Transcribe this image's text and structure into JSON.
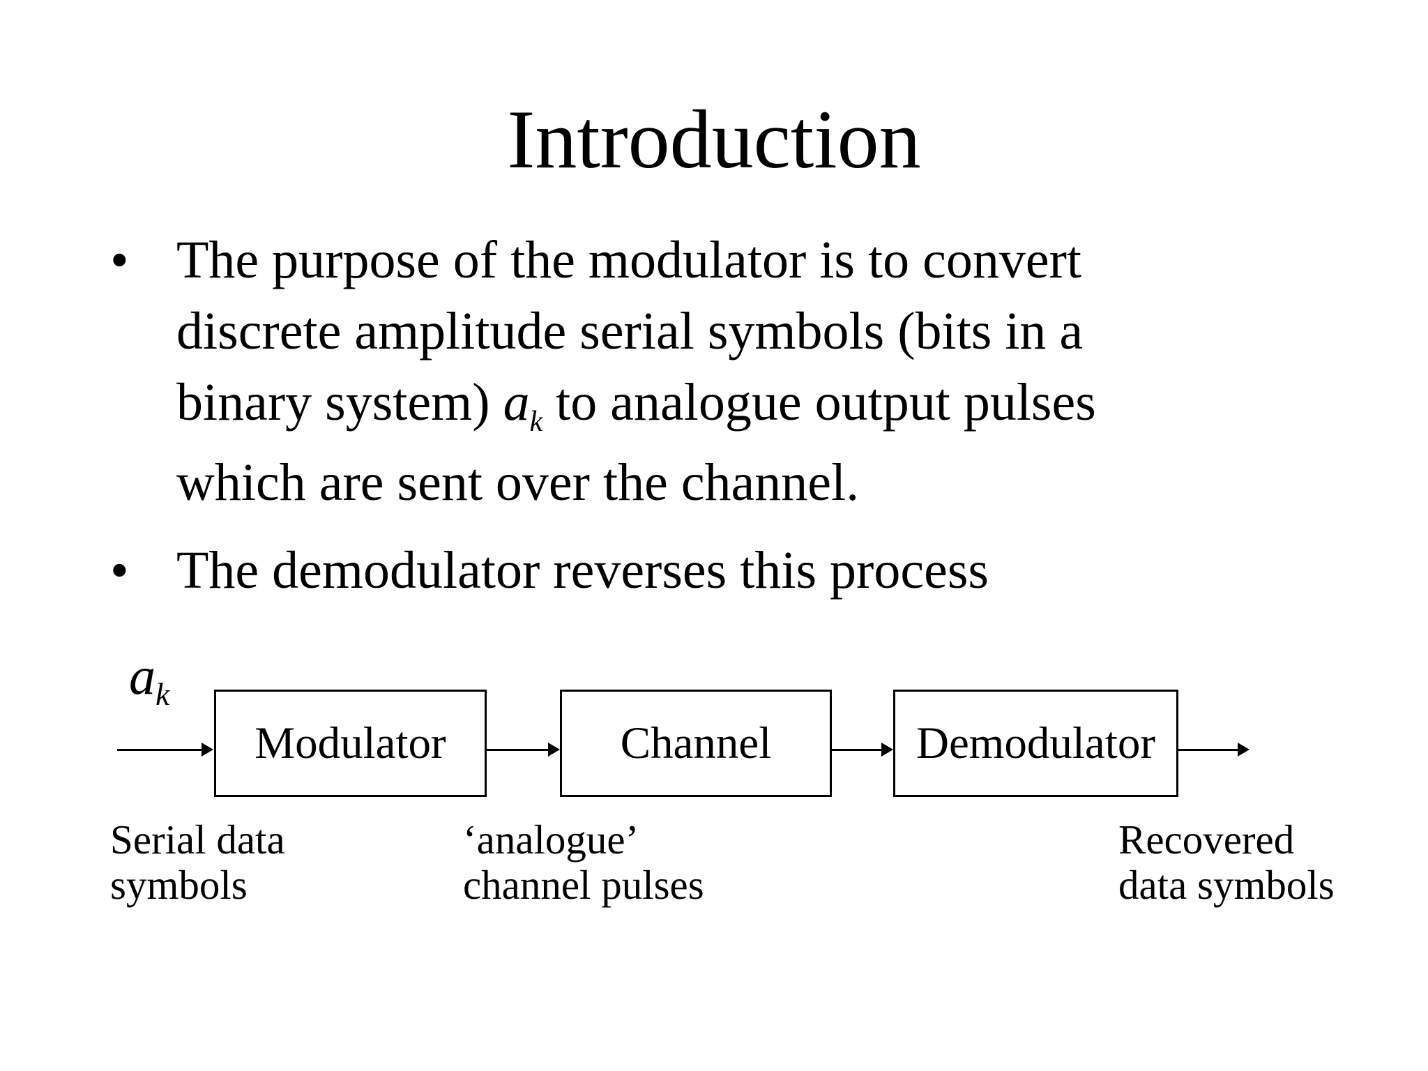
{
  "slide": {
    "title": "Introduction",
    "bullet_glyph": "•",
    "bullet1": {
      "line1": "The purpose of the modulator is to convert",
      "line2": "discrete amplitude serial symbols (bits in a",
      "line3_pre": "binary system) ",
      "line3_var": "a",
      "line3_sub": "k",
      "line3_post": " to analogue output pulses",
      "line4": "which are sent over the channel."
    },
    "bullet2": "The demodulator reverses this process",
    "diagram": {
      "input_label": {
        "var": "a",
        "sub": "k"
      },
      "blocks": [
        {
          "label": "Modulator"
        },
        {
          "label": "Channel"
        },
        {
          "label": "Demodulator"
        }
      ],
      "captions": [
        {
          "line1": "Serial data",
          "line2": "symbols"
        },
        {
          "line1": "‘analogue’",
          "line2": "channel pulses"
        },
        {
          "line1": "Recovered",
          "line2": "data symbols"
        }
      ]
    },
    "colors": {
      "background": "#ffffff",
      "ink": "#000000"
    }
  }
}
